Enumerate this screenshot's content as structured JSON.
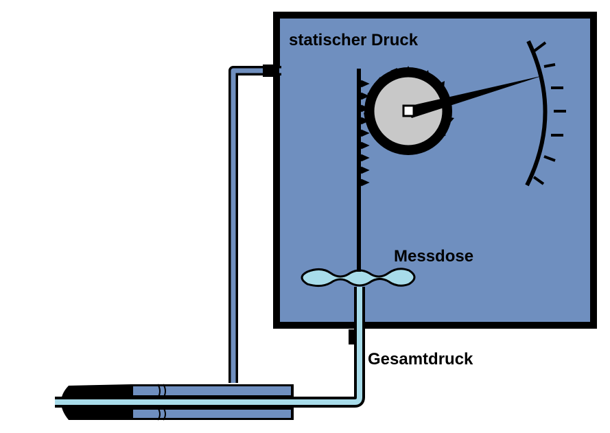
{
  "labels": {
    "static_pressure": "statischer Druck",
    "capsule": "Messdose",
    "total_pressure": "Gesamtdruck"
  },
  "colors": {
    "housing_fill": "#6f8fbf",
    "outline": "#000000",
    "total_pressure_line": "#a8dcea",
    "static_pressure_line": "#6f8fbf",
    "gear_fill": "#c8c8c8",
    "background": "#ffffff"
  }
}
